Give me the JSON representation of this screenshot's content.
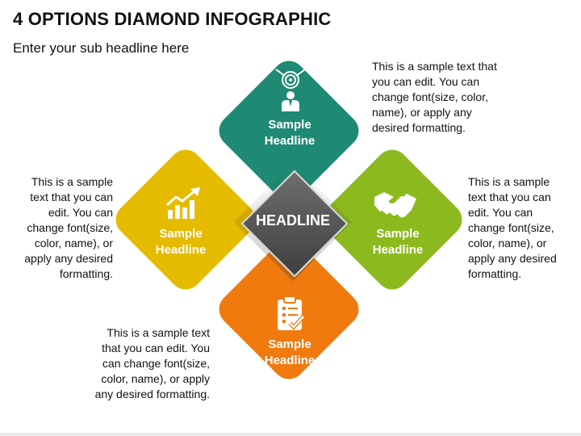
{
  "title": "4 OPTIONS DIAMOND INFOGRAPHIC",
  "subtitle": "Enter your sub headline here",
  "center": {
    "label": "HEADLINE",
    "color": "#555555"
  },
  "options": [
    {
      "position": "top",
      "headline": "Sample\nHeadline",
      "color": "#1e8a73",
      "icon": "target-person-icon",
      "text": "This is a sample text that\nyou can edit. You can\nchange font(size, color,\nname), or apply any\ndesired formatting."
    },
    {
      "position": "left",
      "headline": "Sample\nHeadline",
      "color": "#e5bb00",
      "icon": "growth-chart-icon",
      "text": "This is a sample\ntext that you can\nedit. You can\nchange font(size,\ncolor, name), or\napply any desired\nformatting."
    },
    {
      "position": "right",
      "headline": "Sample\nHeadline",
      "color": "#8cba1e",
      "icon": "handshake-icon",
      "text": "This is a sample\ntext that you can\nedit. You can\nchange font(size,\ncolor, name), or\napply any desired\nformatting."
    },
    {
      "position": "bottom",
      "headline": "Sample\nHeadline",
      "color": "#f07a0e",
      "icon": "clipboard-check-icon",
      "text": "This is a sample text\nthat you can edit. You\ncan change font(size,\ncolor, name), or apply\nany desired formatting."
    }
  ]
}
